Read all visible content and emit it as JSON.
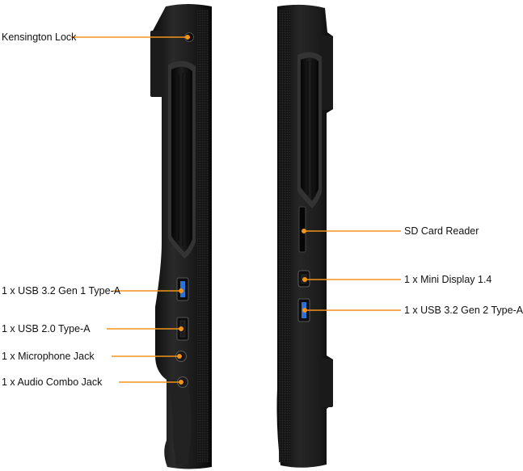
{
  "image": {
    "description_free": true,
    "leader_color": "#f29419",
    "accent_port_color": "#2a72d8",
    "body_color": "#1e1e1e"
  },
  "left_side": {
    "labels": {
      "kensington_lock": "Kensington Lock",
      "usb_32_gen1": "1 x USB 3.2 Gen 1 Type-A",
      "usb_20": "1 x USB 2.0 Type-A",
      "mic_jack": "1 x Microphone Jack",
      "audio_combo": "1 x Audio Combo Jack"
    }
  },
  "right_side": {
    "labels": {
      "sd_reader": "SD Card Reader",
      "mini_display": "1 x Mini Display 1.4",
      "usb_32_gen2": "1 x USB 3.2 Gen 2 Type-A"
    }
  }
}
